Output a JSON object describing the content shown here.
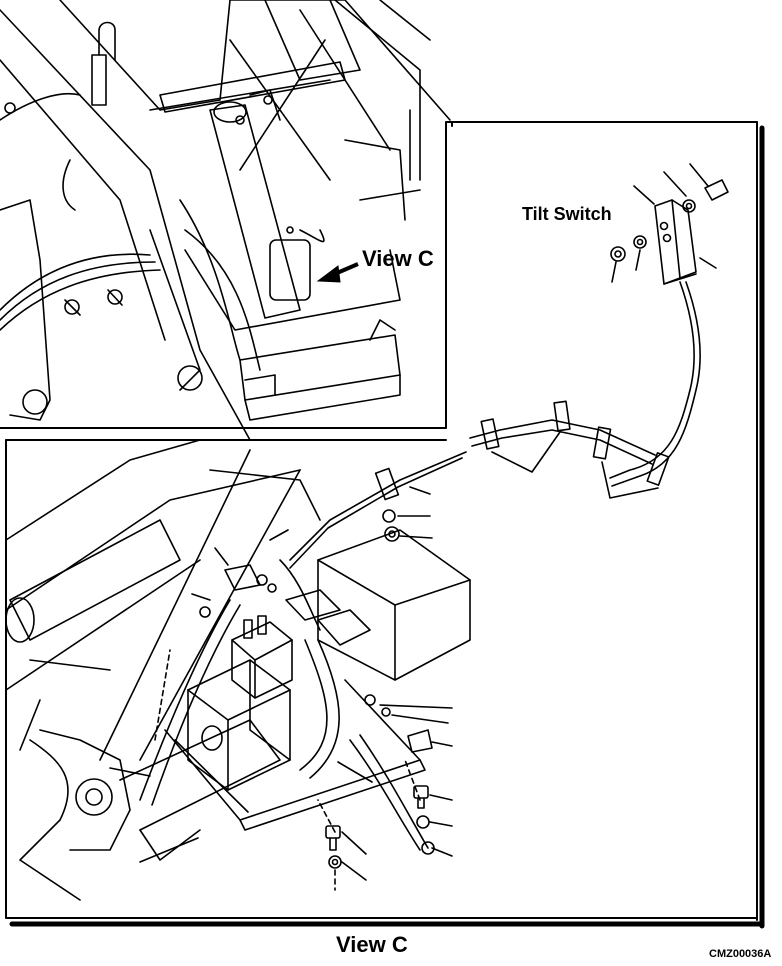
{
  "labels": {
    "tilt_switch": "Tilt Switch",
    "view_c_callout": "View C",
    "view_c_title": "View C",
    "figure_id": "CMZ00036A"
  },
  "colors": {
    "line": "#000000",
    "background": "#ffffff",
    "frame_shadow": "#000000"
  },
  "icons": {
    "callout_arrow": "arrow-left-icon"
  }
}
